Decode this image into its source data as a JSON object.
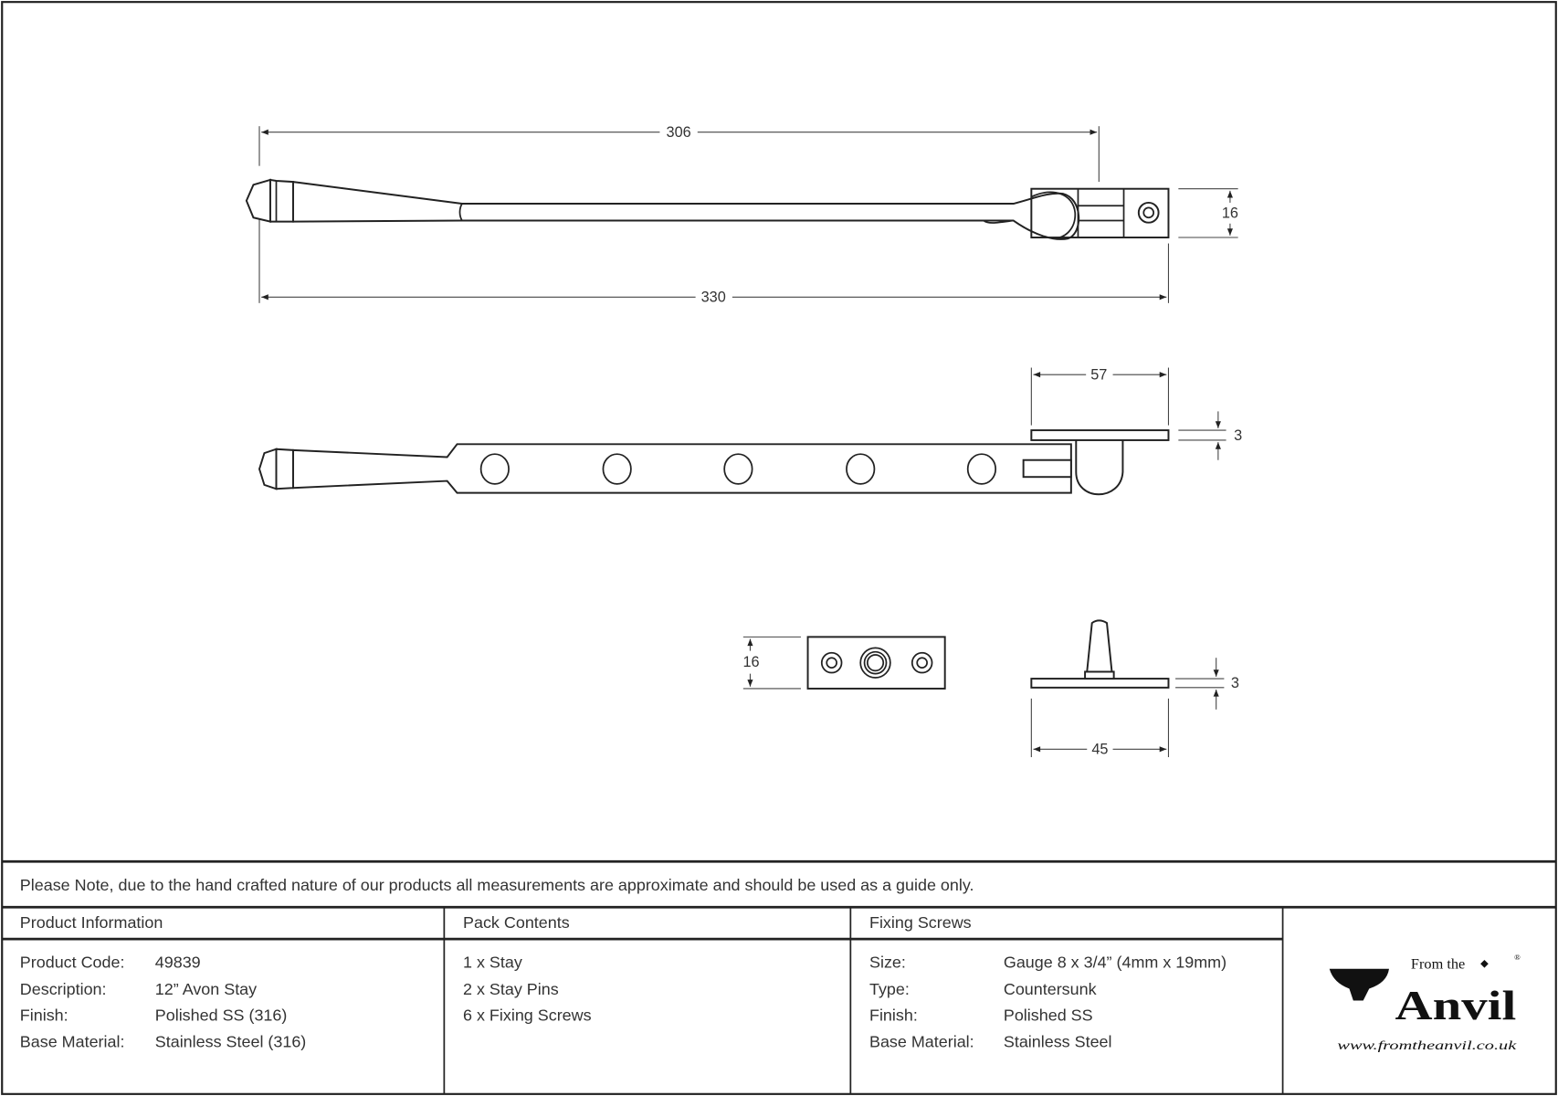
{
  "drawing": {
    "dimensions": {
      "top_length_to_bracket": "306",
      "overall_length": "330",
      "bracket_width": "16",
      "keep_length": "57",
      "keep_thickness": "3",
      "pin_plate_width": "16",
      "pin_plate_thickness": "3",
      "pin_plate_length": "45"
    }
  },
  "note": "Please Note, due to the hand crafted nature of our products all measurements are approximate and should be used as a guide only.",
  "product_info": {
    "heading": "Product Information",
    "rows": [
      {
        "label": "Product Code:",
        "value": "49839"
      },
      {
        "label": "Description:",
        "value": "12” Avon Stay"
      },
      {
        "label": "Finish:",
        "value": "Polished SS (316)"
      },
      {
        "label": "Base Material:",
        "value": "Stainless Steel (316)"
      }
    ]
  },
  "pack_contents": {
    "heading": "Pack Contents",
    "items": [
      "1 x Stay",
      "2 x Stay Pins",
      "6 x Fixing Screws"
    ]
  },
  "fixing_screws": {
    "heading": "Fixing Screws",
    "rows": [
      {
        "label": "Size:",
        "value": "Gauge 8 x 3/4” (4mm x 19mm)"
      },
      {
        "label": "Type:",
        "value": "Countersunk"
      },
      {
        "label": "Finish:",
        "value": "Polished SS"
      },
      {
        "label": "Base Material:",
        "value": "Stainless Steel"
      }
    ]
  },
  "logo": {
    "from_the": "From the",
    "brand": "Anvil",
    "url": "www.fromtheanvil.co.uk",
    "registered": "®"
  }
}
